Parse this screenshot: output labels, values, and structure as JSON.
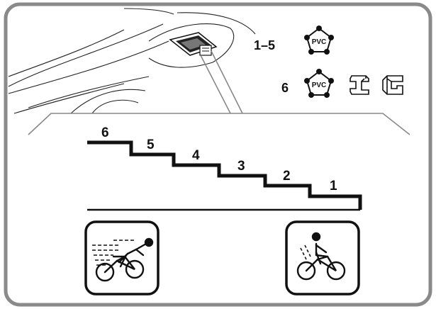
{
  "legend": {
    "row1": {
      "range": "1–5",
      "badge": "PVC"
    },
    "row2": {
      "range": "6",
      "badge": "PVC",
      "extra_icons": [
        "i-beam-profile-icon",
        "c-channel-profile-icon"
      ]
    }
  },
  "stairs": {
    "step_labels": [
      "6",
      "5",
      "4",
      "3",
      "2",
      "1"
    ]
  },
  "icons": {
    "left": "fast-cyclist-icon",
    "right": "slow-cyclist-icon"
  },
  "colors": {
    "frame": "#8a8a8a",
    "ink": "#111111",
    "background": "#ffffff"
  }
}
